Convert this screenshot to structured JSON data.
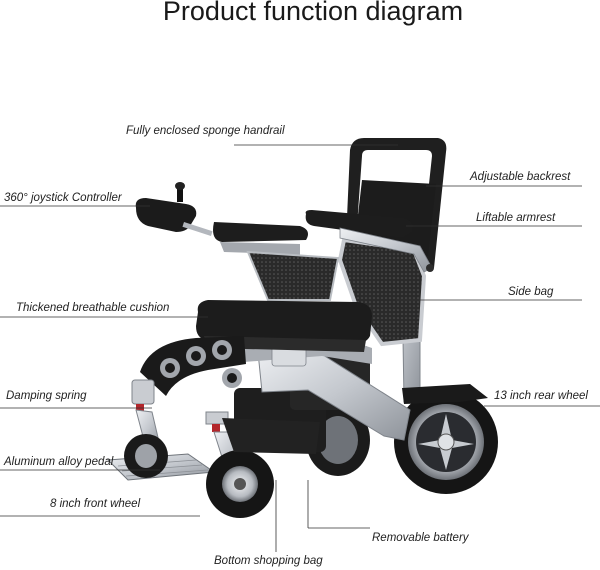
{
  "title": "Product function diagram",
  "callouts": {
    "handrail": "Fully enclosed sponge handrail",
    "backrest": "Adjustable backrest",
    "joystick": "360° joystick Controller",
    "armrest": "Liftable armrest",
    "side_bag": "Side bag",
    "cushion": "Thickened breathable cushion",
    "spring": "Damping spring",
    "rear_wheel": "13 inch rear wheel",
    "pedal": "Aluminum alloy pedal",
    "front_wheel": "8 inch front wheel",
    "battery": "Removable battery",
    "shopping_bag": "Bottom shopping bag"
  },
  "colors": {
    "frame": "#c9ccd1",
    "fabric": "#1c1c1c",
    "tire": "#151515",
    "accent_red": "#b3262b",
    "leader_line": "#333333"
  }
}
